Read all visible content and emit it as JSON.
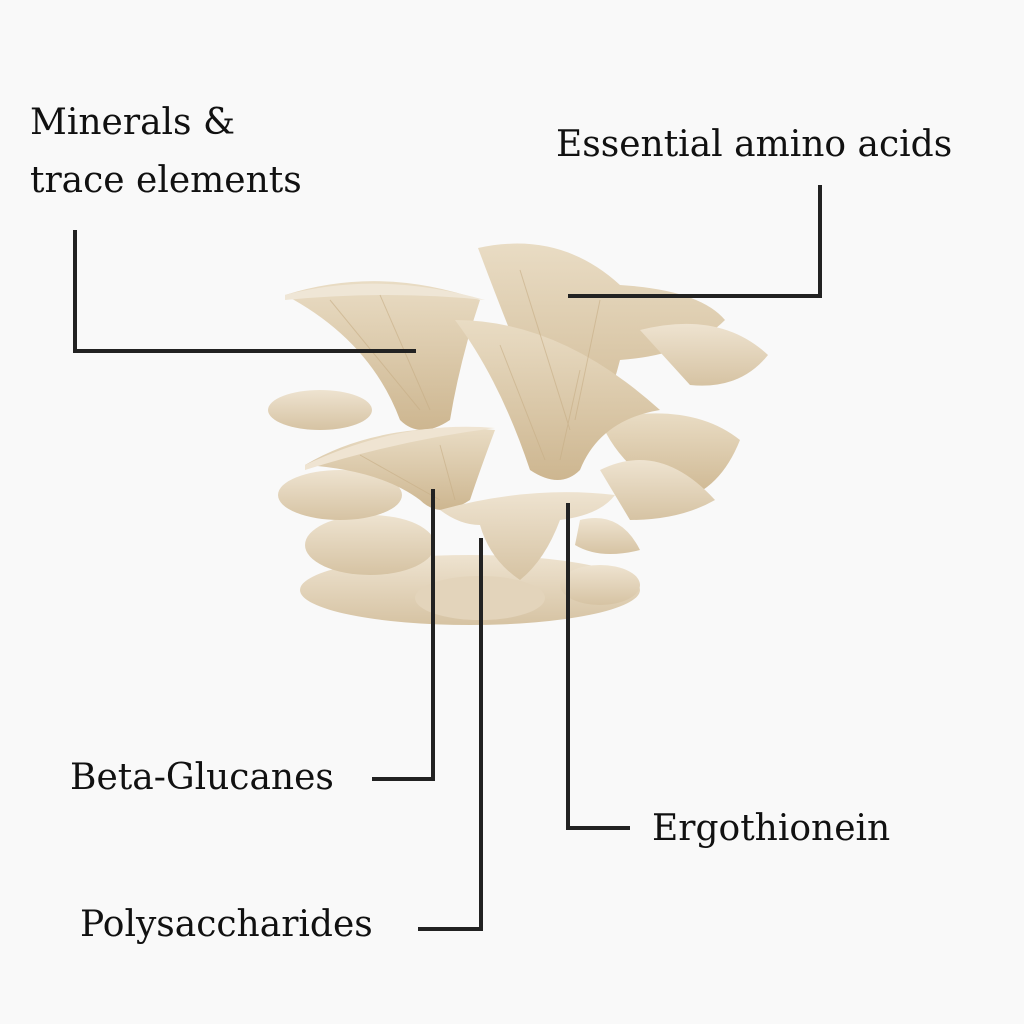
{
  "labels": {
    "minerals_line1": "Minerals &",
    "minerals_line2": "trace elements",
    "amino_acids": "Essential amino acids",
    "beta_glucanes": "Beta-Glucanes",
    "polysaccharides": "Polysaccharides",
    "ergothionein": "Ergothionein"
  },
  "colors": {
    "background": "#f9f9f9",
    "leader_line": "#222222",
    "mushroom_cap": "#e6d8c0",
    "mushroom_gill": "#d9c6a6"
  }
}
